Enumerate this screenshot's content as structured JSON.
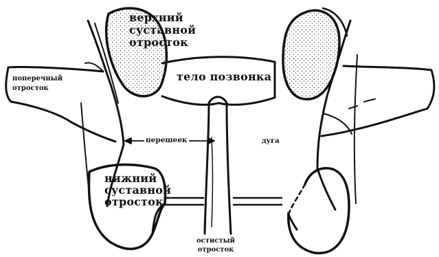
{
  "labels": {
    "superior_articular_process": [
      "верхний",
      "суставной",
      "отросток"
    ],
    "vertebral_body": "тело позвонка",
    "transverse_process": [
      "поперечный",
      "отросток"
    ],
    "isthmus": "перешеек",
    "arch": "дуга",
    "inferior_articular_process": [
      "нижний",
      "суставной",
      "отросток"
    ],
    "spinous_process": [
      "остистый",
      "отросток"
    ]
  },
  "colors": {
    "line": "#111111",
    "background": "#ffffff",
    "stipple": "#444444"
  }
}
